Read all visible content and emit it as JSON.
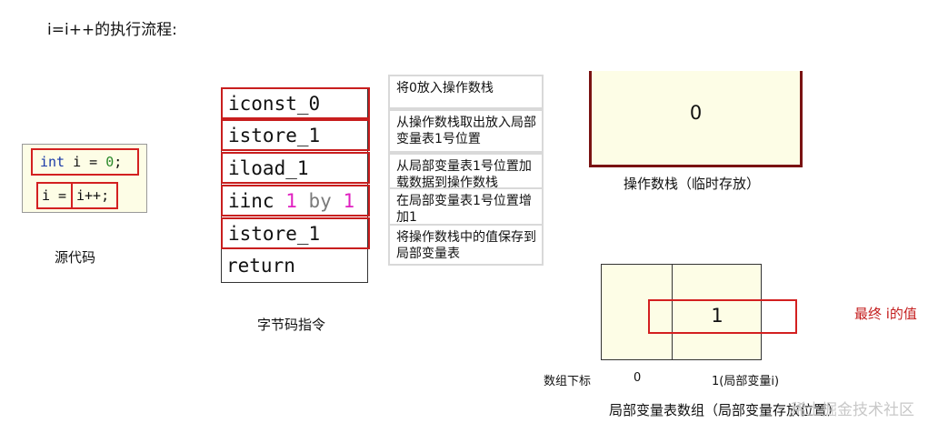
{
  "title": "i=i++的执行流程:",
  "source": {
    "line1": {
      "kw": "int",
      "mid": " i = ",
      "num": "0",
      "end": ";"
    },
    "line2_left": "i =",
    "line2_right": "i++;",
    "label": "源代码"
  },
  "bytecode": {
    "rows": [
      {
        "text": "iconst_0"
      },
      {
        "text": "istore_1"
      },
      {
        "text": "iload_1"
      },
      {
        "parts": [
          "iinc ",
          "1",
          " by ",
          "1"
        ]
      },
      {
        "text": "istore_1"
      },
      {
        "text": "return"
      }
    ],
    "label": "字节码指令"
  },
  "descriptions": [
    "将0放入操作数栈",
    "从操作数栈取出放入局部变量表1号位置",
    "从局部变量表1号位置加载数据到操作数栈",
    "在局部变量表1号位置增加1",
    "将操作数栈中的值保存到局部变量表"
  ],
  "operand_stack": {
    "value": "0",
    "label": "操作数栈（临时存放）"
  },
  "local_vars": {
    "value": "1",
    "index_label": "数组下标",
    "index0": "0",
    "index1": "1(局部变量i)",
    "label": "局部变量表数组（局部变量存放位置）",
    "final_label": "最终 i的值"
  },
  "colors": {
    "highlight": "#d32020",
    "box_fill": "#fdfde6",
    "stack_border": "#7a1212"
  },
  "watermark": "稀土掘金技术社区"
}
